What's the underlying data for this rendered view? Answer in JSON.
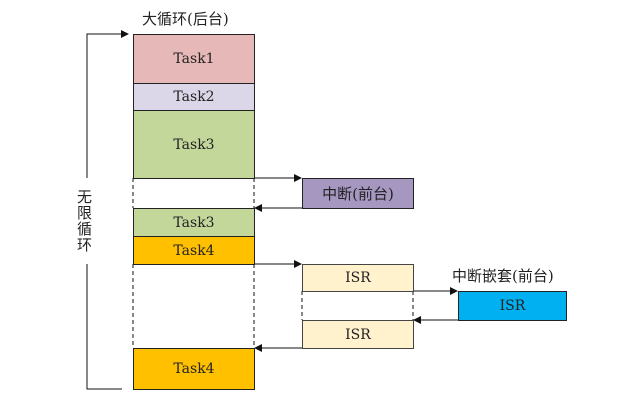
{
  "background_title": "大循环(后台)",
  "loop_label": "无限循环",
  "nested_title": "中断嵌套(前台)",
  "blocks": {
    "task1": "Task1",
    "task2": "Task2",
    "task3a": "Task3",
    "task3b": "Task3",
    "task4a": "Task4",
    "task4b": "Task4",
    "interrupt": "中断(前台)",
    "isr1": "ISR",
    "isr_nested": "ISR",
    "isr2": "ISR"
  },
  "colors": {
    "task1": "#e6b8b7",
    "task2": "#dcd7e8",
    "task3": "#c4d79b",
    "task4": "#ffc000",
    "interrupt": "#a597c0",
    "isr": "#fff2cc",
    "isr_nested": "#00b0f0"
  }
}
